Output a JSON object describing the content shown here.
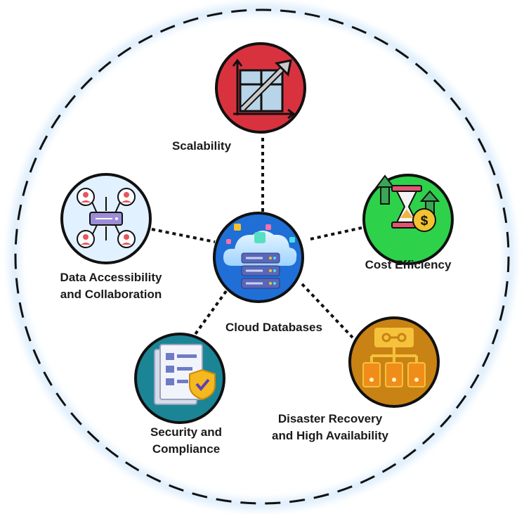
{
  "center": {
    "label": "Cloud Databases"
  },
  "nodes": [
    {
      "id": "scalability",
      "lines": [
        "Scalability"
      ],
      "color": "#d9323f",
      "icon": "scale-chart-icon"
    },
    {
      "id": "cost",
      "lines": [
        "Cost Efficiency"
      ],
      "color": "#2ed14a",
      "icon": "hourglass-dollar-icon"
    },
    {
      "id": "disaster",
      "lines": [
        "Disaster Recovery",
        "and High Availability"
      ],
      "color": "#c98214",
      "icon": "network-hierarchy-icon"
    },
    {
      "id": "security",
      "lines": [
        "Security and",
        "Compliance"
      ],
      "color": "#1b8596",
      "icon": "document-shield-icon"
    },
    {
      "id": "access",
      "lines": [
        "Data Accessibility",
        "and Collaboration"
      ],
      "color": "#e2f1ff",
      "icon": "users-network-icon"
    }
  ],
  "center_color": "#1f6fd6",
  "ring_color": "#111111"
}
